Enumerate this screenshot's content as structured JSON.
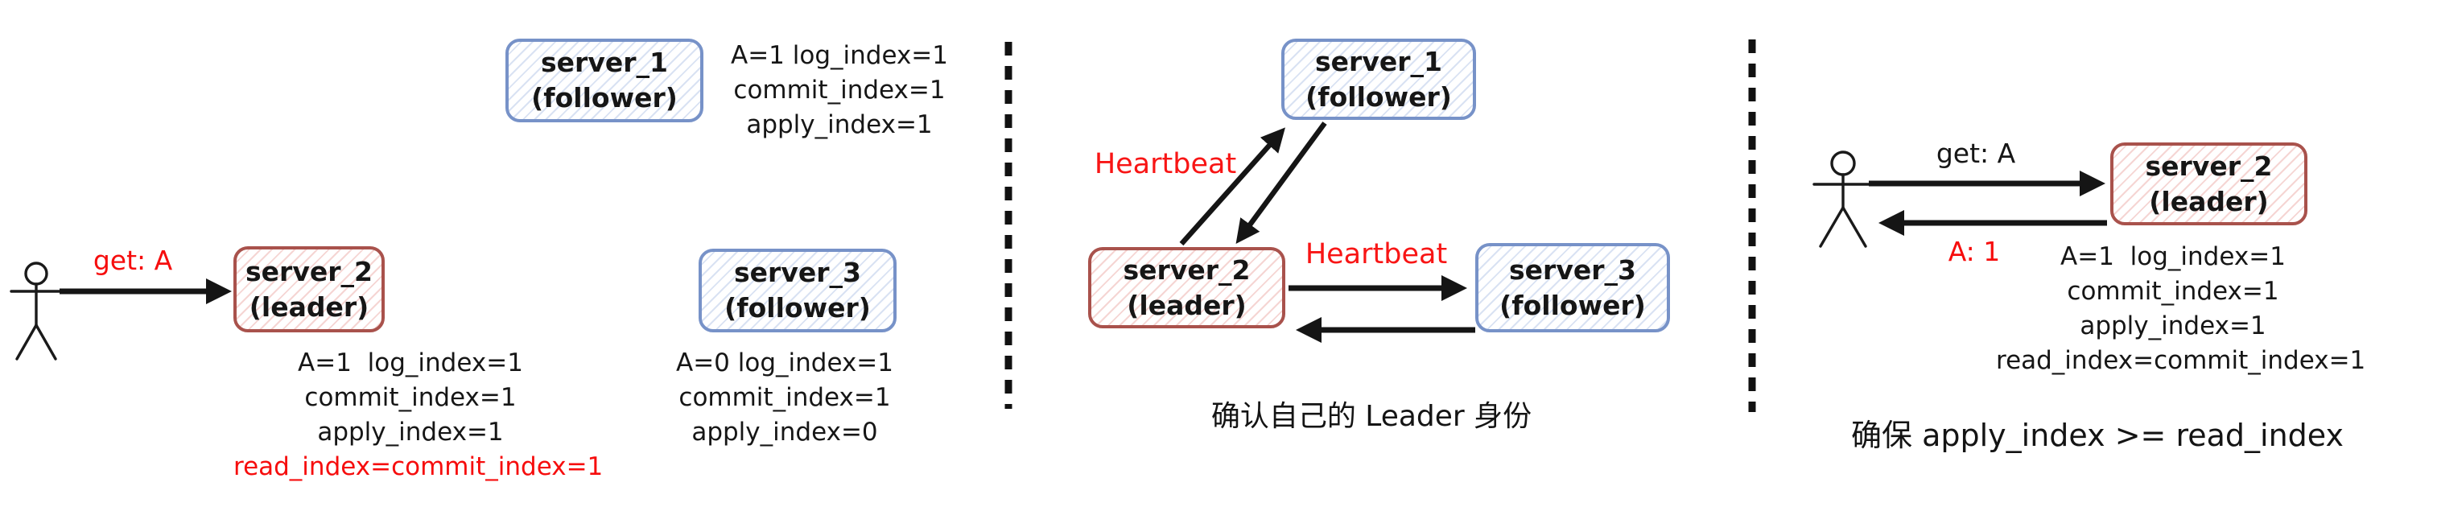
{
  "colors": {
    "accent_red": "#f60d0d",
    "box_red_border": "#a9524c",
    "box_blue_border": "#7792c8",
    "ink": "#161616",
    "background": "#ffffff"
  },
  "panel1": {
    "request_label": "get: A",
    "server1": {
      "name": "server_1",
      "role": "(follower)",
      "state": [
        "A=1 log_index=1",
        "commit_index=1",
        "apply_index=1"
      ]
    },
    "server2": {
      "name": "server_2",
      "role": "(leader)",
      "state": [
        "A=1  log_index=1",
        "commit_index=1",
        "apply_index=1"
      ],
      "state_highlight": "read_index=commit_index=1"
    },
    "server3": {
      "name": "server_3",
      "role": "(follower)",
      "state": [
        "A=0 log_index=1",
        "commit_index=1",
        "apply_index=0"
      ]
    }
  },
  "panel2": {
    "heartbeat_top_label": "Heartbeat",
    "heartbeat_right_label": "Heartbeat",
    "server1": {
      "name": "server_1",
      "role": "(follower)"
    },
    "server2": {
      "name": "server_2",
      "role": "(leader)"
    },
    "server3": {
      "name": "server_3",
      "role": "(follower)"
    },
    "caption": "确认自己的 Leader 身份"
  },
  "panel3": {
    "request_label": "get: A",
    "response_label": "A: 1",
    "server2": {
      "name": "server_2",
      "role": "(leader)",
      "state": [
        "A=1  log_index=1",
        "commit_index=1",
        "apply_index=1",
        "read_index=commit_index=1"
      ]
    },
    "caption": "确保 apply_index >= read_index"
  }
}
